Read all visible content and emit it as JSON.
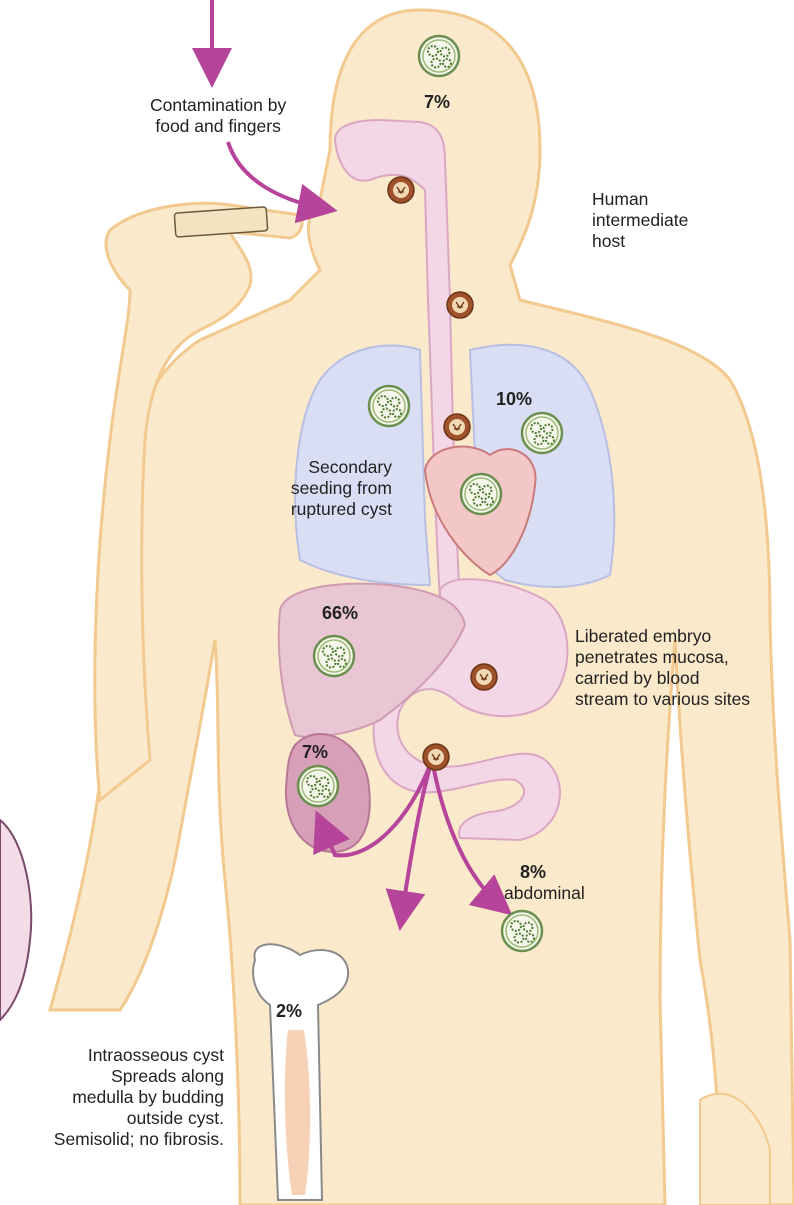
{
  "labels": {
    "contamination": "Contamination by\nfood and fingers",
    "host": "Human\nintermediate\nhost",
    "secondary": "Secondary\nseeding from\nruptured cyst",
    "embryo": "Liberated embryo\npenetrates mucosa,\ncarried by blood\nstream to various sites",
    "abdominal": "abdominal",
    "intraosseous": "Intraosseous cyst\nSpreads along\nmedulla by budding\noutside cyst.\nSemisolid; no fibrosis."
  },
  "percentages": {
    "brain": "7%",
    "lung": "10%",
    "liver": "66%",
    "kidney": "7%",
    "abdominal": "8%",
    "bone": "2%"
  },
  "colors": {
    "skin": "#fbe9cc",
    "skin_edge": "#f2c98f",
    "lung": "#d9def5",
    "gut": "#f3d7e6",
    "liver": "#e8c6d3",
    "kidney": "#d7a0b8",
    "arrow": "#b5449a",
    "egg": "#a0522d",
    "cyst_ring": "#6a8f4e"
  }
}
